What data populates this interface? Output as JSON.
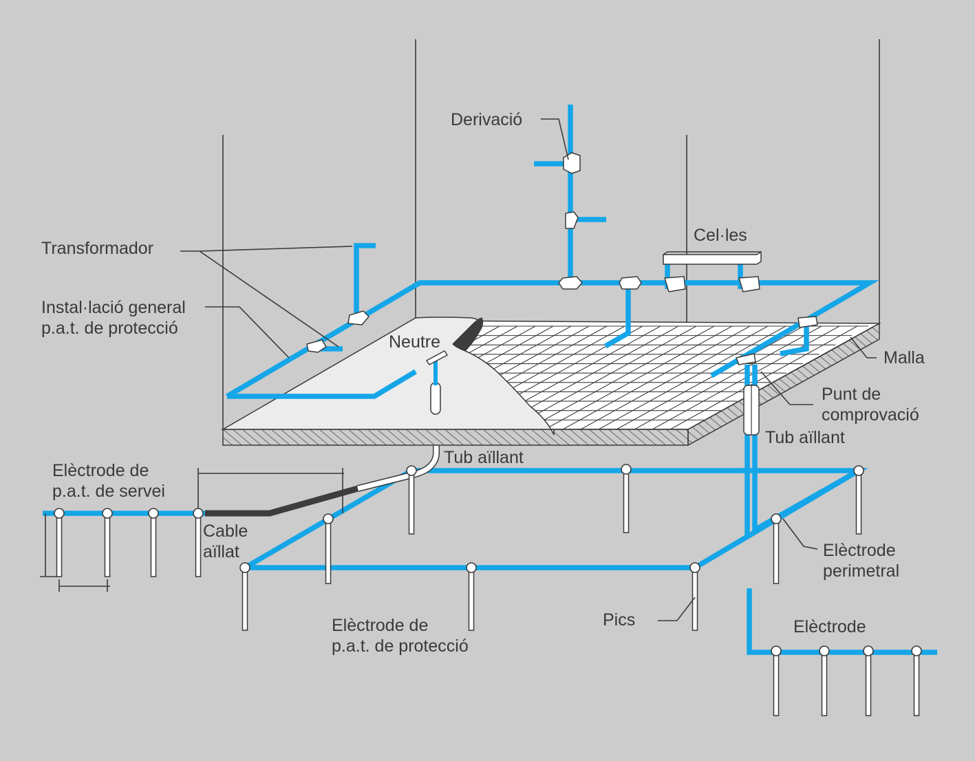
{
  "colors": {
    "background": "#cccccc",
    "conductor": "#14a6e8",
    "line": "#3a3a3a",
    "insulated_cable": "#3d3d3d",
    "concrete": "#ececec",
    "surface": "#ffffff"
  },
  "labels": {
    "derivacio": "Derivació",
    "celles": "Cel·les",
    "transformador": "Transformador",
    "installacio_1": "Instal·lació general",
    "installacio_2": "p.a.t. de protecció",
    "neutre": "Neutre",
    "malla": "Malla",
    "punt_1": "Punt de",
    "punt_2": "comprovació",
    "tub_aillant_right": "Tub aïllant",
    "tub_aillant_center": "Tub aïllant",
    "electrode_servei_1": "Elèctrode de",
    "electrode_servei_2": "p.a.t. de servei",
    "cable_1": "Cable",
    "cable_2": "aïllat",
    "electrode_perimetral_1": "Elèctrode",
    "electrode_perimetral_2": "perimetral",
    "pics": "Pics",
    "electrode_proteccio_1": "Elèctrode de",
    "electrode_proteccio_2": "p.a.t. de protecció",
    "electrode": "Elèctrode"
  }
}
